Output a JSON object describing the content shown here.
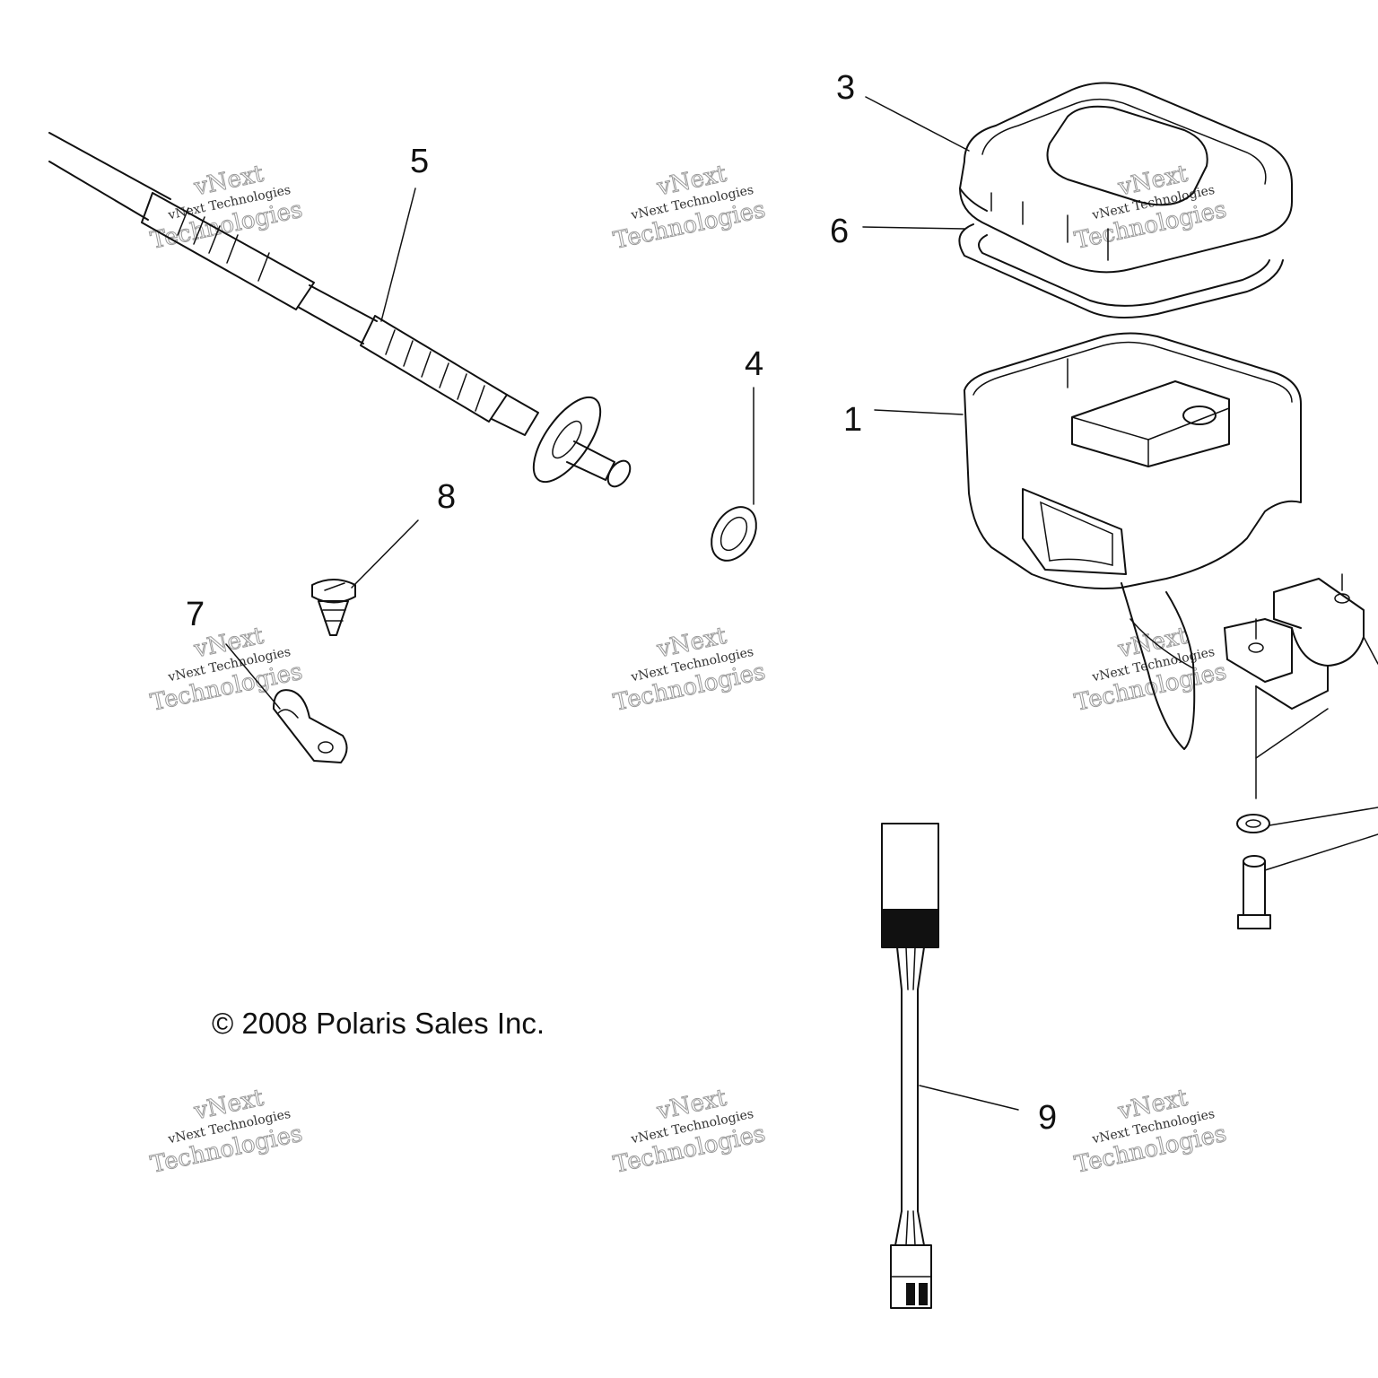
{
  "callouts": [
    {
      "number": "1"
    },
    {
      "number": "3"
    },
    {
      "number": "4"
    },
    {
      "number": "5"
    },
    {
      "number": "6"
    },
    {
      "number": "7"
    },
    {
      "number": "8"
    },
    {
      "number": "9"
    }
  ],
  "copyright": "© 2008 Polaris Sales Inc.",
  "watermark": {
    "line1": "vNext Technologies",
    "line2": "vNext",
    "line3": "Technologies"
  }
}
